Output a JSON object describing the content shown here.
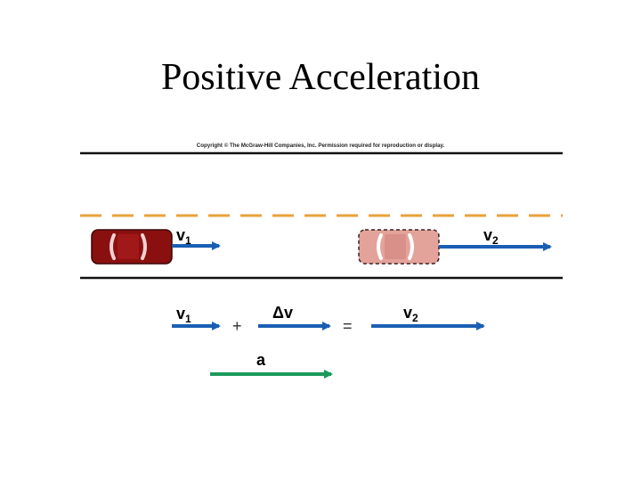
{
  "slide": {
    "title": "Positive Acceleration",
    "copyright": "Copyright © The McGraw-Hill Companies, Inc. Permission required for reproduction or display."
  },
  "road": {
    "centerline_color": "#e8a23c",
    "edge_color": "#111111"
  },
  "cars": [
    {
      "name": "car-1",
      "velocity_label": "v",
      "subscript": "1",
      "body_color": "#8a1010",
      "outline": "solid"
    },
    {
      "name": "car-2",
      "velocity_label": "v",
      "subscript": "2",
      "body_color": "#e3a39a",
      "outline": "dashed"
    }
  ],
  "equation": {
    "term1": {
      "label": "v",
      "subscript": "1"
    },
    "plus": "+",
    "term2": {
      "label": "Δv",
      "subscript": ""
    },
    "equals": "=",
    "term3": {
      "label": "v",
      "subscript": "2"
    }
  },
  "acceleration": {
    "label": "a"
  },
  "colors": {
    "velocity_arrow": "#1a5fb4",
    "acceleration_arrow": "#1a9a5a"
  }
}
